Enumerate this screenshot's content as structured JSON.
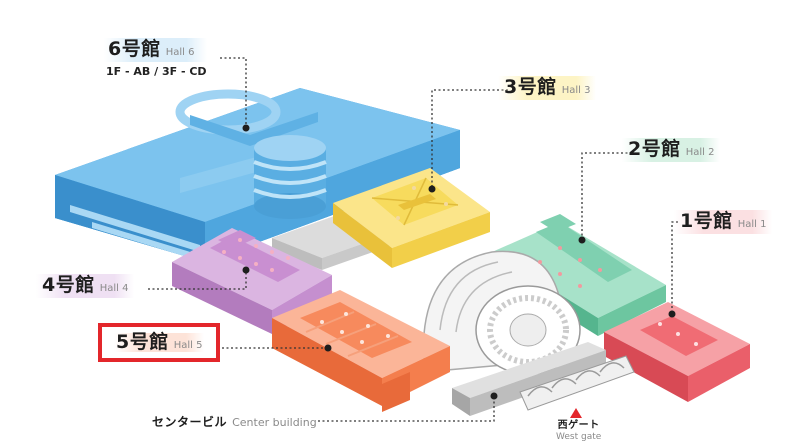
{
  "halls": {
    "hall6": {
      "jp": "6号館",
      "en": "Hall 6",
      "sub": "1F - AB / 3F - CD"
    },
    "hall3": {
      "jp": "3号館",
      "en": "Hall 3"
    },
    "hall2": {
      "jp": "2号館",
      "en": "Hall 2"
    },
    "hall1": {
      "jp": "1号館",
      "en": "Hall 1"
    },
    "hall4": {
      "jp": "4号館",
      "en": "Hall 4"
    },
    "hall5": {
      "jp": "5号館",
      "en": "Hall 5"
    }
  },
  "center": {
    "jp": "センタービル",
    "en": "Center building"
  },
  "west_gate": {
    "jp": "西ゲート",
    "en": "West gate"
  },
  "selected_hall": "hall5",
  "colors": {
    "hall6": "#5fb1e4",
    "hall3": "#f7db5d",
    "hall2": "#7fd0b0",
    "hall1": "#f06c74",
    "hall4": "#c98fd1",
    "hall5": "#f78a5d",
    "center": "#bdbdbd",
    "highlight": "#e3262b",
    "gate_marker": "#e3262b"
  }
}
